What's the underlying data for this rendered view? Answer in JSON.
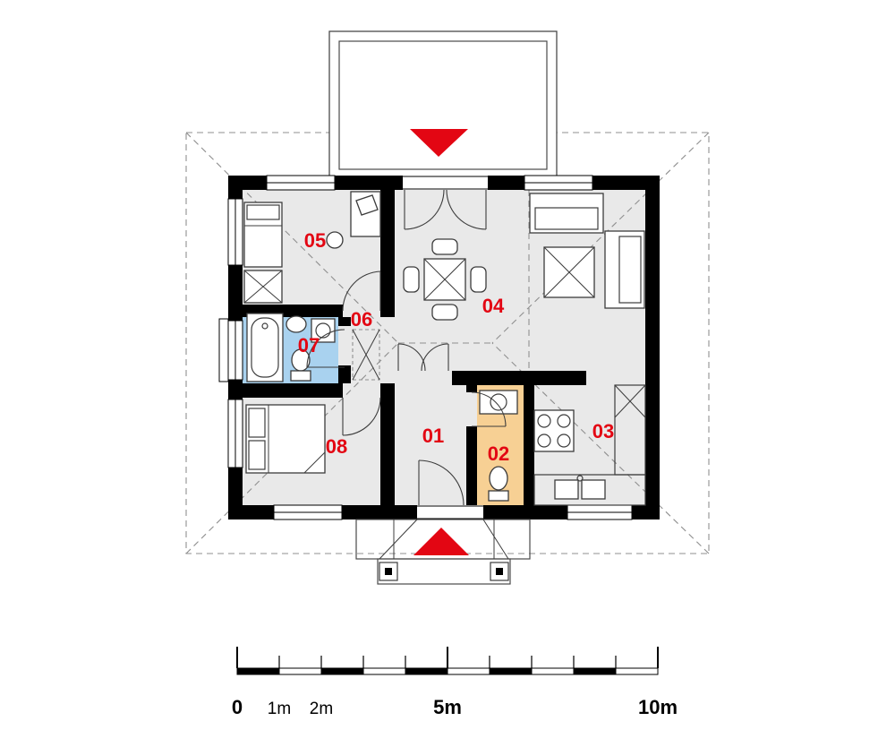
{
  "plan": {
    "rooms": [
      {
        "number": "01"
      },
      {
        "number": "02",
        "fill": "#f7d094"
      },
      {
        "number": "03"
      },
      {
        "number": "04"
      },
      {
        "number": "05"
      },
      {
        "number": "06"
      },
      {
        "number": "07",
        "fill": "#a9d2ef"
      },
      {
        "number": "08"
      }
    ],
    "colors": {
      "wall": "#000000",
      "floor": "#e9e9e9",
      "label": "#e30613",
      "arrow": "#e30613"
    },
    "furniture_icons": [
      "bed",
      "dresser",
      "desk",
      "stool",
      "wardrobe",
      "bathtub",
      "washbasin",
      "washing-machine",
      "toilet",
      "double-bed",
      "dining-table",
      "dining-chair",
      "sofa",
      "coffee-table",
      "kitchen-counter",
      "stove",
      "kitchen-sink",
      "porch-post"
    ]
  },
  "scale_bar": {
    "labels": [
      "0",
      "1m",
      "2m",
      "5m",
      "10m"
    ]
  }
}
